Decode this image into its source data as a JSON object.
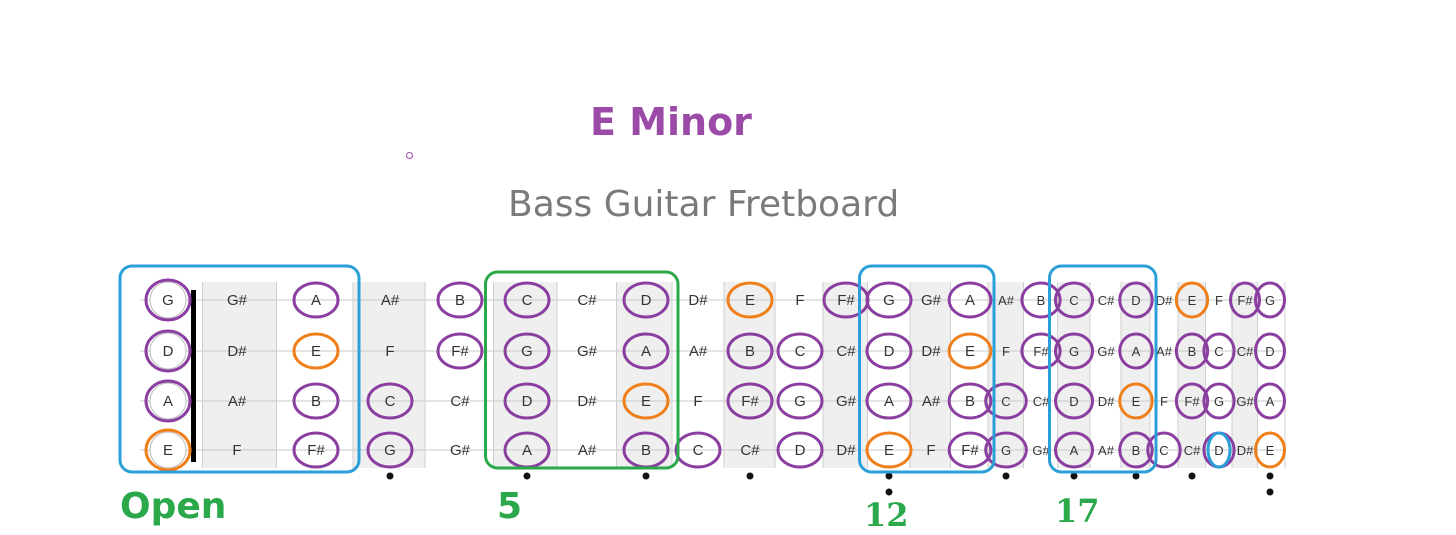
{
  "header": {
    "scale_title": "E Minor",
    "board_title": "Bass Guitar Fretboard"
  },
  "fretboard": {
    "strings": [
      {
        "open": "G",
        "notes": [
          "G",
          "G#",
          "A",
          "A#",
          "B",
          "C",
          "C#",
          "D",
          "D#",
          "E",
          "F",
          "F#",
          "G",
          "G#",
          "A",
          "A#",
          "B",
          "C",
          "C#",
          "D",
          "D#",
          "E",
          "F",
          "F#",
          "G"
        ]
      },
      {
        "open": "D",
        "notes": [
          "D",
          "D#",
          "E",
          "F",
          "F#",
          "G",
          "G#",
          "A",
          "A#",
          "B",
          "C",
          "C#",
          "D",
          "D#",
          "E",
          "F",
          "F#",
          "G",
          "G#",
          "A",
          "A#",
          "B",
          "C",
          "C#",
          "D"
        ]
      },
      {
        "open": "A",
        "notes": [
          "A",
          "A#",
          "B",
          "C",
          "C#",
          "D",
          "D#",
          "E",
          "F",
          "F#",
          "G",
          "G#",
          "A",
          "A#",
          "B",
          "C",
          "C#",
          "D",
          "D#",
          "E",
          "F",
          "F#",
          "G",
          "G#",
          "A"
        ]
      },
      {
        "open": "E",
        "notes": [
          "E",
          "F",
          "F#",
          "G",
          "G#",
          "A",
          "A#",
          "B",
          "C",
          "C#",
          "D",
          "D#",
          "E",
          "F",
          "F#",
          "G",
          "G#",
          "A",
          "A#",
          "B",
          "C",
          "C#",
          "D",
          "D#",
          "E"
        ]
      }
    ],
    "scale_notes": [
      "E",
      "F#",
      "G",
      "A",
      "B",
      "C",
      "D"
    ],
    "root_note": "E",
    "marker_frets": [
      3,
      5,
      7,
      9,
      12,
      15,
      17,
      19,
      21,
      24
    ],
    "double_marker_frets": [
      12,
      24
    ],
    "colors": {
      "scale_ring": "#8a3fa0",
      "root_ring": "#ef7f1a",
      "position_box_blue": "#2a9fd8",
      "position_box_green": "#2aa84a",
      "label_green": "#2aa84a",
      "title_purple": "#9b4aa8"
    },
    "positions": [
      {
        "label": "Open",
        "color": "blue",
        "from_fret": 0,
        "to_fret": 2
      },
      {
        "label": "5",
        "color": "green",
        "from_fret": 5,
        "to_fret": 7
      },
      {
        "label": "12",
        "color": "blue",
        "from_fret": 12,
        "to_fret": 14
      },
      {
        "label": "17",
        "color": "blue",
        "from_fret": 17,
        "to_fret": 19
      }
    ],
    "extra_blue_ring": {
      "string": 3,
      "fret": 22
    }
  }
}
